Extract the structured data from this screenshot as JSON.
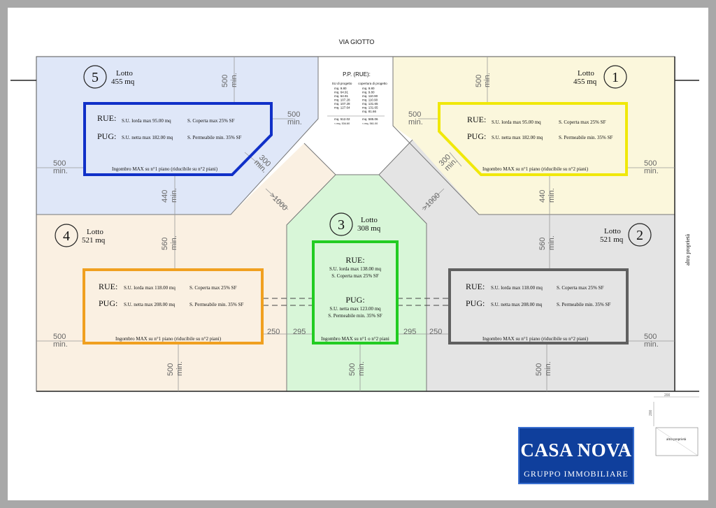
{
  "street": "VIA GIOTTO",
  "side_label": "altra proprietà",
  "corner_small_label": "altra proprietà",
  "corner_dims": [
    "200",
    "200"
  ],
  "pp": {
    "title": "P.P. (RUE):",
    "col1_header": "SU di progetto",
    "col2_header": "copertura di progetto",
    "rows": [
      [
        "mq.",
        "9.80",
        "mq.",
        "9.80"
      ],
      [
        "mq. 64.91",
        "",
        "mq.",
        "9.80"
      ],
      [
        "mq. 64.91",
        "",
        "mq.",
        "110.90"
      ],
      [
        "mq. 107.28",
        "",
        "mq.",
        "110.90"
      ],
      [
        "mq. 107.28",
        "",
        "mq.",
        "131.65"
      ],
      [
        "mq. 127.64",
        "",
        "mq.",
        "131.65"
      ],
      [
        "",
        "",
        "mq.",
        "81.66"
      ]
    ],
    "total1": "mq. 512.02",
    "total2": "mq. 585.06",
    "foot1": "< mq. 534.60",
    "foot2": "< mq. 561.00"
  },
  "lots": [
    {
      "id": "lot-1",
      "number": "1",
      "title": "Lotto",
      "area": "455 mq",
      "color": "#f0e80a",
      "rue_label": "RUE:",
      "rue1": "S.U. lorda max 95.00 mq",
      "rue2": "S. Coperta max 25% SF",
      "pug_label": "PUG:",
      "pug1": "S.U. netta max 182.00 mq",
      "pug2": "S. Permeabile min. 35% SF",
      "footprint": "Ingombro MAX su n°1 piano (riducibile su n°2 piani)"
    },
    {
      "id": "lot-2",
      "number": "2",
      "title": "Lotto",
      "area": "521 mq",
      "color": "#606060",
      "rue_label": "RUE:",
      "rue1": "S.U. lorda max 118.00 mq",
      "rue2": "S. Coperta max 25% SF",
      "pug_label": "PUG:",
      "pug1": "S.U. netta max 208.00 mq",
      "pug2": "S. Permeabile min. 35% SF",
      "footprint": "Ingombro MAX su n°1 piano (riducibile su n°2 piani)"
    },
    {
      "id": "lot-3",
      "number": "3",
      "title": "Lotto",
      "area": "308 mq",
      "color": "#22cc22",
      "rue_label": "RUE:",
      "rue1": "S.U. lorda max 138.00 mq",
      "rue2": "S. Coperta max 25% SF",
      "pug_label": "PUG:",
      "pug1": "S.U. netta max 123.00 mq",
      "pug2": "S. Permeabile min. 35% SF",
      "footprint": "Ingombro MAX su n°1 o n°2 piani"
    },
    {
      "id": "lot-4",
      "number": "4",
      "title": "Lotto",
      "area": "521 mq",
      "color": "#f0a020",
      "rue_label": "RUE:",
      "rue1": "S.U. lorda max 118.00 mq",
      "rue2": "S. Coperta max 25% SF",
      "pug_label": "PUG:",
      "pug1": "S.U. netta max 208.00 mq",
      "pug2": "S. Permeabile min. 35% SF",
      "footprint": "Ingombro MAX su n°1 piano (riducibile su n°2 piani)"
    },
    {
      "id": "lot-5",
      "number": "5",
      "title": "Lotto",
      "area": "455 mq",
      "color": "#1030c8",
      "rue_label": "RUE:",
      "rue1": "S.U. lorda max 95.00 mq",
      "rue2": "S. Coperta max 25% SF",
      "pug_label": "PUG:",
      "pug1": "S.U. netta max 182.00 mq",
      "pug2": "S. Permeabile min. 35% SF",
      "footprint": "Ingombro MAX su n°1 piano (riducibile su n°2 piani)"
    }
  ],
  "dims": {
    "d500": "500",
    "min": "min.",
    "d440": "440",
    "d560": "560",
    "d300": "300",
    "d1000": ">1000",
    "d250": "250",
    "d295": "295"
  },
  "logo": {
    "name": "CASA NOVA",
    "sub": "GRUPPO IMMOBILIARE",
    "reg": "®"
  }
}
